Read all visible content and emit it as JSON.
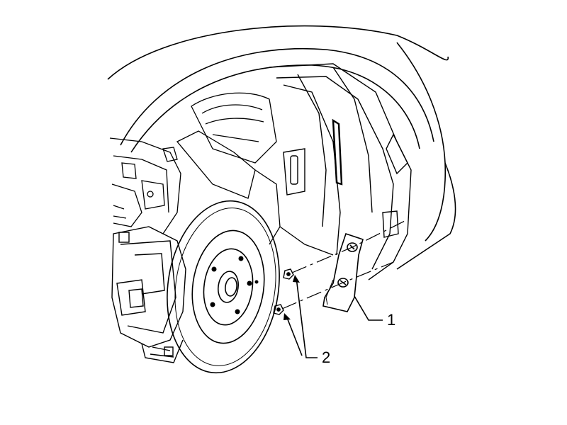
{
  "callouts": [
    {
      "number": "1",
      "part": "mud-flap"
    },
    {
      "number": "2",
      "part": "retaining-bolts"
    }
  ],
  "colors": {
    "line": "#000000",
    "background": "#ffffff"
  }
}
